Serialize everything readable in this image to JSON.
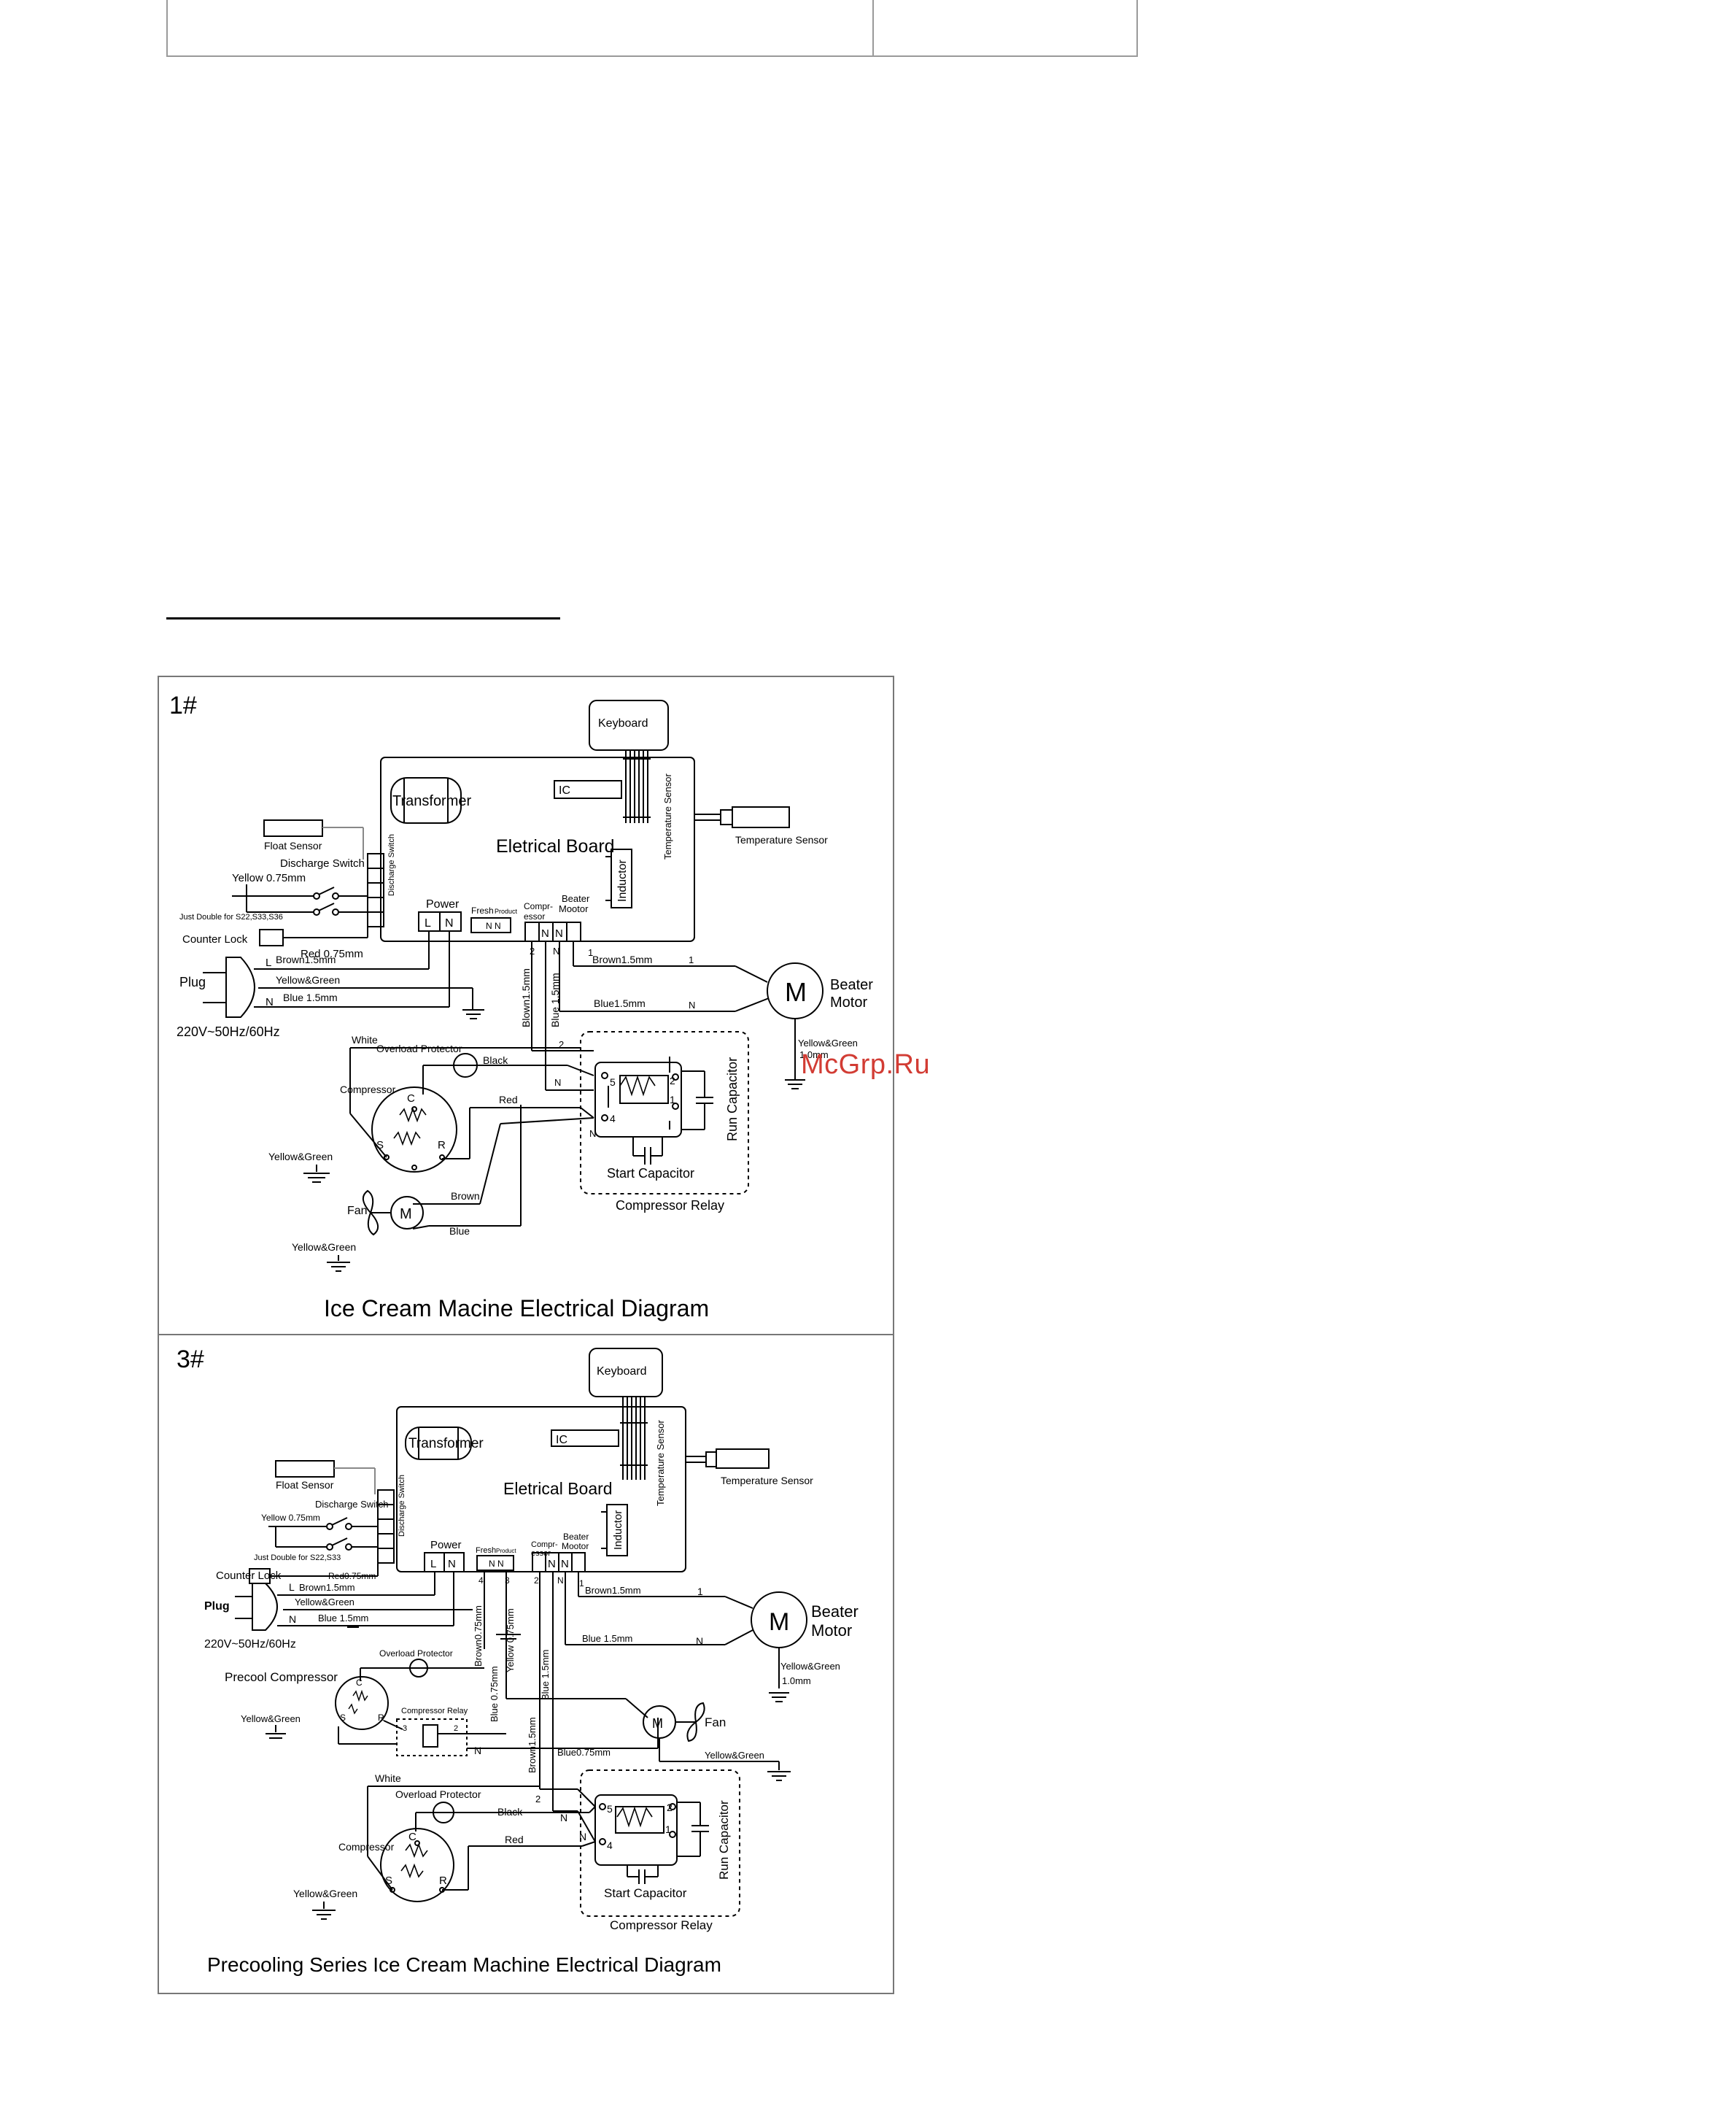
{
  "watermark": "McGrp.Ru",
  "diagram1": {
    "number": "1#",
    "title": "Ice Cream Macine Electrical Diagram",
    "labels": {
      "keyboard": "Keyboard",
      "ic": "IC",
      "transformer": "Transformer",
      "board": "Eletrical Board",
      "temp_sensor_vertical": "Temperature Sensor",
      "temp_sensor": "Temperature Sensor",
      "float_sensor": "Float Sensor",
      "discharge_switch": "Discharge Switch",
      "discharge_switch_v": "Discharge Switch",
      "yellow_wire": "Yellow 0.75mm",
      "just_double": "Just Double for S22,S33,S36",
      "counter_lock": "Counter Lock",
      "red_wire": "Red 0.75mm",
      "power": "Power",
      "fresh": "Fresh",
      "product": "Product",
      "compressor_term": "Compr-",
      "compressor_term2": "essor",
      "beater_term": "Beater",
      "beater_term2": "Mootor",
      "inductor": "Inductor",
      "plug": "Plug",
      "voltage": "220V~50Hz/60Hz",
      "brown_plug": "Brown1.5mm",
      "yellow_green_plug": "Yellow&Green",
      "blue_plug": "Blue 1.5mm",
      "brown_motor": "Brown1.5mm",
      "blue_motor": "Blue1.5mm",
      "beater_motor_1": "Beater",
      "beater_motor_2": "Motor",
      "motor_m": "M",
      "motor_ground_1": "Yellow&Green",
      "motor_ground_2": "1.0mm",
      "blown_v": "Blown1.5mm",
      "blue_v": "Blue 1.5mm",
      "white": "White",
      "overload": "Overload Protector",
      "black": "Black",
      "compressor": "Compressor",
      "red": "Red",
      "yellow_green_comp": "Yellow&Green",
      "brown": "Brown",
      "fan": "Fan",
      "blue": "Blue",
      "yellow_green_fan": "Yellow&Green",
      "start_cap": "Start Capacitor",
      "run_cap": "Run Capacitor",
      "relay": "Compressor Relay"
    }
  },
  "diagram2": {
    "number": "3#",
    "title": "Precooling Series Ice Cream Machine Electrical Diagram",
    "labels": {
      "keyboard": "Keyboard",
      "ic": "IC",
      "transformer": "Transformer",
      "board": "Eletrical Board",
      "temp_sensor_vertical": "Temperature Sensor",
      "temp_sensor": "Temperature Sensor",
      "float_sensor": "Float Sensor",
      "discharge_switch": "Discharge Switch",
      "discharge_switch_v": "Discharge Switch",
      "yellow_wire": "Yellow 0.75mm",
      "just_double": "Just Double for S22,S33",
      "counter_lock": "Counter Lock",
      "red_wire": "Red0.75mm",
      "power": "Power",
      "fresh": "Fresh",
      "product": "Product",
      "compressor_term": "Compr-",
      "compressor_term2": "essor",
      "beater_term": "Beater",
      "beater_term2": "Mootor",
      "inductor": "Inductor",
      "plug": "Plug",
      "voltage": "220V~50Hz/60Hz",
      "brown_plug": "Brown1.5mm",
      "yellow_green_plug": "Yellow&Green",
      "blue_plug": "Blue 1.5mm",
      "brown_motor": "Brown1.5mm",
      "blue_motor": "Blue 1.5mm",
      "beater_motor_1": "Beater",
      "beater_motor_2": "Motor",
      "motor_m": "M",
      "motor_ground_1": "Yellow&Green",
      "motor_ground_2": "1.0mm",
      "precool_overload": "Overload Protector",
      "precool_compressor": "Precool Compressor",
      "precool_relay": "Compressor Relay",
      "precool_yg": "Yellow&Green",
      "brown075": "Brown0.75mm",
      "yellow075": "Yellow 0.75mm",
      "blue075_v": "Blue 0.75mm",
      "blue15_v": "Blue 1.5mm",
      "brown15_v": "Brown1.5mm",
      "blue075_h": "Blue0.75mm",
      "fan": "Fan",
      "fan_yg": "Yellow&Green",
      "white": "White",
      "overload": "Overload Protector",
      "black": "Black",
      "compressor": "Compressor",
      "red": "Red",
      "yellow_green_comp": "Yellow&Green",
      "start_cap": "Start Capacitor",
      "run_cap": "Run Capacitor",
      "relay": "Compressor Relay"
    }
  }
}
